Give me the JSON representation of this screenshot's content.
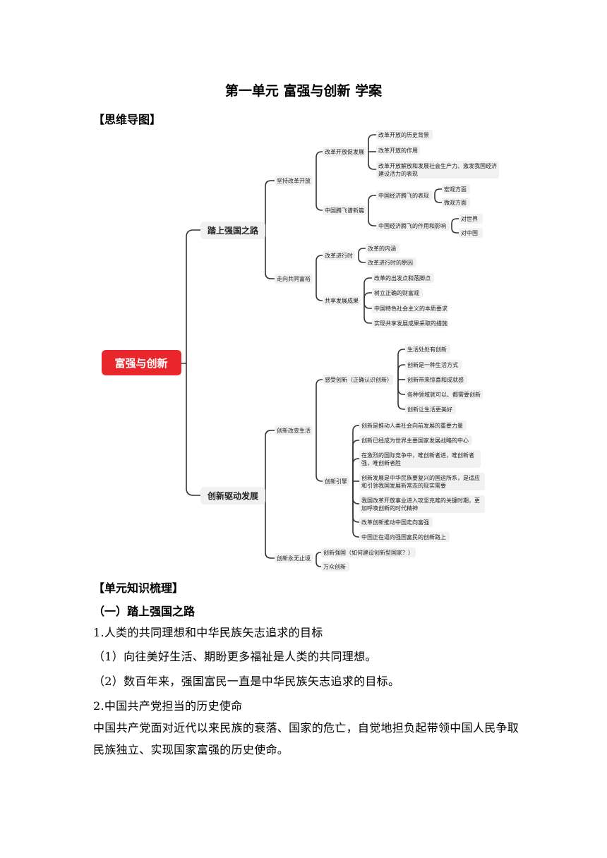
{
  "document": {
    "title": "第一单元 富强与创新 学案",
    "mindmap_heading": "【思维导图】",
    "knowledge_heading": "【单元知识梳理】",
    "section1_heading": "（一）踏上强国之路",
    "point1_title": "1.人类的共同理想和中华民族矢志追求的目标",
    "point1_sub1": "（1）向往美好生活、期盼更多福祉是人类的共同理想。",
    "point1_sub2": "（2）数百年来，强国富民一直是中华民族矢志追求的目标。",
    "point2_title": "2.中国共产党担当的历史使命",
    "point2_body": "中国共产党面对近代以来民族的衰落、国家的危亡，自觉地担负起带领中国人民争取民族独立、实现国家富强的历史使命。"
  },
  "mindmap": {
    "root": "富强与创新",
    "colors": {
      "root_fill": "#e8262c",
      "line": "#333333",
      "chip": "#f1f1f1"
    },
    "nodes": {
      "b1": "踏上强国之路",
      "b1a": "坚持改革开放",
      "b1a1": "改革开放促发展",
      "b1a1a": "改革开放的历史背景",
      "b1a1b": "改革开放的作用",
      "b1a1c_l1": "改革开放解放和发展社会生产力、激发我国经济",
      "b1a1c_l2": "建设活力的表现",
      "b1a2": "中国腾飞谱新篇",
      "b1a2a": "中国经济腾飞的表现",
      "b1a2a1": "宏观方面",
      "b1a2a2": "微观方面",
      "b1a2b": "中国经济腾飞的作用和影响",
      "b1a2b1": "对世界",
      "b1a2b2": "对中国",
      "b1b": "走向共同富裕",
      "b1b1": "改革进行时",
      "b1b1a": "改革的内涵",
      "b1b1b": "改革进行时的原因",
      "b1b2": "共享发展成果",
      "b1b2a": "改革的出发点和落脚点",
      "b1b2b": "树立正确的财富观",
      "b1b2c": "中国特色社会主义的本质要求",
      "b1b2d": "实现共享发展成果采取的措施",
      "b2": "创新驱动发展",
      "b2a": "创新改变生活",
      "b2a1": "感受创新（正确认识创新）",
      "b2a1a": "生活处处有创新",
      "b2a1b": "创新是一种生活方式",
      "b2a1c": "创新带来惊喜和成就感",
      "b2a1d": "各种领域就可以、都需要创新",
      "b2a1e": "创新让生活更美好",
      "b2a2": "创新引擎",
      "b2a2a": "创新是推动人类社会向前发展的重要力量",
      "b2a2b": "创新已经成为世界主要国家发展战略的中心",
      "b2a2c_l1": "在激烈的国际竞争中，唯创新者进，唯创新者",
      "b2a2c_l2": "强，唯创新者胜",
      "b2a2d_l1": "创新发展是中华民族要复兴的国运所系，是适应",
      "b2a2d_l2": "和引领我国发展新常态的现实需要",
      "b2a2e_l1": "我国改革开放事业进入攻坚克难的关键时期，更",
      "b2a2e_l2": "加呼唤创新的时代精神",
      "b2a2f": "改革创新推动中国走向富强",
      "b2a2g": "中国正在逼向强国富民的创新路上",
      "b2b": "创新永无止境",
      "b2b1": "创新强国（如何建设创新型国家？）",
      "b2b2": "万众创新"
    }
  }
}
